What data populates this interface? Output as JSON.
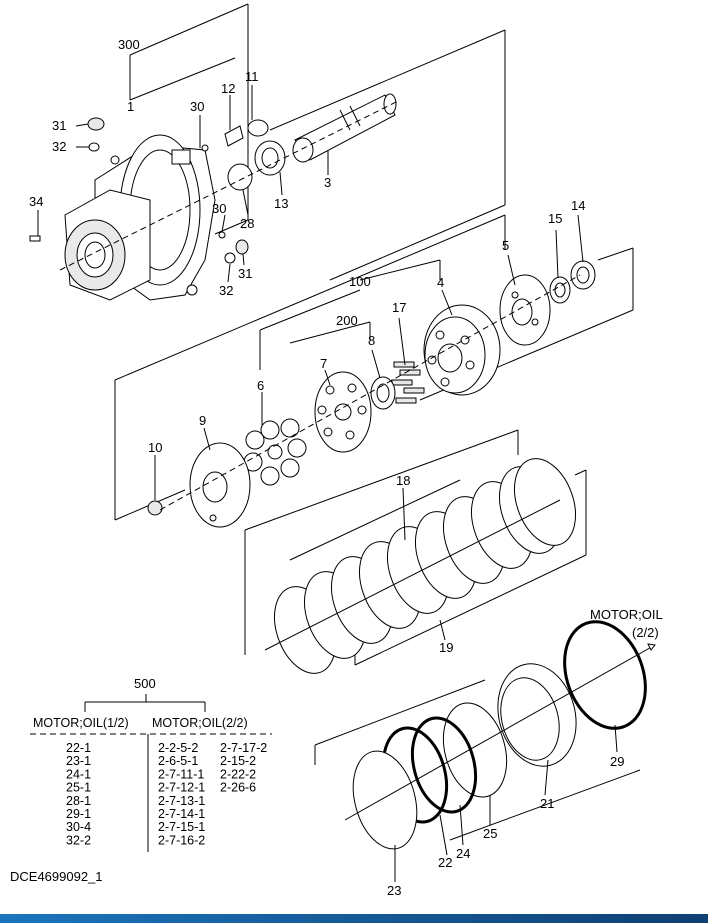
{
  "diagram_id": "DCE4699092_1",
  "labels": {
    "300": "300",
    "1": "1",
    "30a": "30",
    "12": "12",
    "11": "11",
    "31a": "31",
    "32a": "32",
    "34": "34",
    "3": "3",
    "13": "13",
    "28": "28",
    "30b": "30",
    "31b": "31",
    "32b": "32",
    "100": "100",
    "200": "200",
    "4": "4",
    "5": "5",
    "15": "15",
    "14": "14",
    "17": "17",
    "8": "8",
    "7": "7",
    "6": "6",
    "9": "9",
    "10": "10",
    "18": "18",
    "19": "19",
    "21": "21",
    "29": "29",
    "22": "22",
    "23": "23",
    "24": "24",
    "25": "25",
    "500": "500"
  },
  "ref": {
    "motor_oil": "MOTOR;OIL",
    "page": "(2/2)"
  },
  "table": {
    "header_left": "MOTOR;OIL(1/2)",
    "header_right": "MOTOR;OIL(2/2)",
    "col1": [
      "22-1",
      "23-1",
      "24-1",
      "25-1",
      "28-1",
      "29-1",
      "30-4",
      "32-2"
    ],
    "col2": [
      "2-2-5-2",
      "2-6-5-1",
      "2-7-11-1",
      "2-7-12-1",
      "2-7-13-1",
      "2-7-14-1",
      "2-7-15-1",
      "2-7-16-2"
    ],
    "col3": [
      "2-7-17-2",
      "2-15-2",
      "2-22-2",
      "2-26-6"
    ]
  },
  "colors": {
    "bar_left": "#1b75bc",
    "bar_right": "#0f3f73"
  }
}
